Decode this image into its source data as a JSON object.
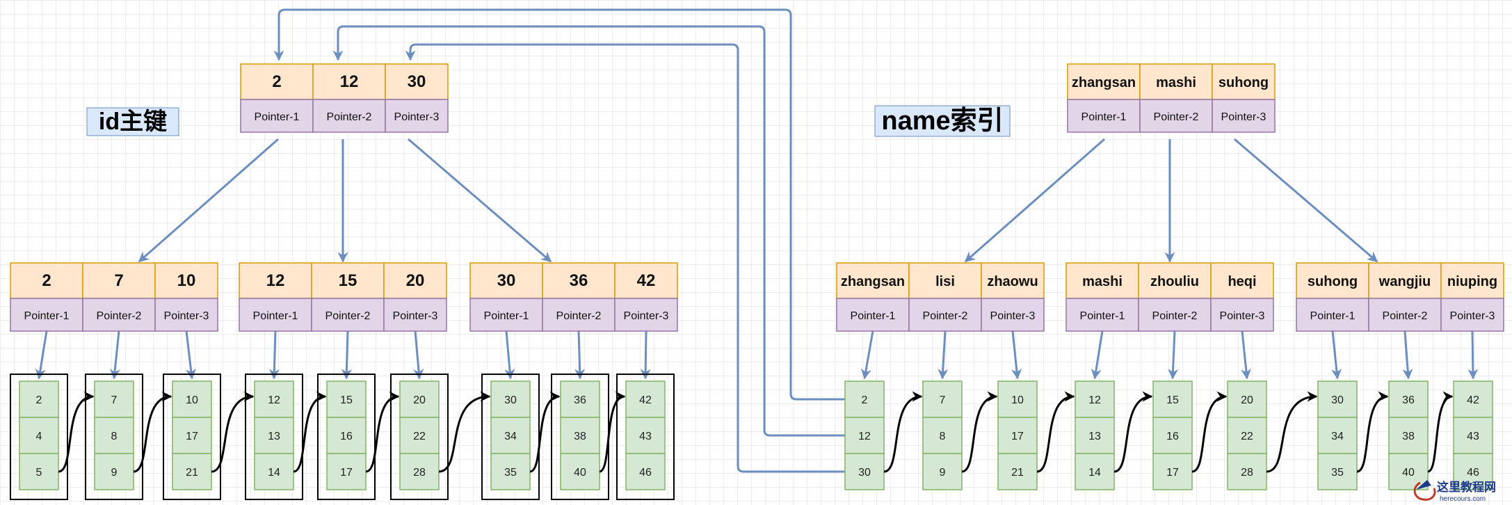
{
  "titles": {
    "id_index": "id主键",
    "name_index": "name索引"
  },
  "colors": {
    "key_fill": "#ffe6cc",
    "key_stroke": "#d79b00",
    "ptr_fill": "#e1d5e7",
    "ptr_stroke": "#9673a6",
    "leaf_fill": "#d5e8d4",
    "leaf_stroke": "#82b366",
    "link": "#6c8ebf",
    "title_fill": "#dae8fc"
  },
  "id_tree": {
    "root": {
      "keys": [
        "2",
        "12",
        "30"
      ],
      "pointers": [
        "Pointer-1",
        "Pointer-2",
        "Pointer-3"
      ]
    },
    "internal": [
      {
        "keys": [
          "2",
          "7",
          "10"
        ],
        "pointers": [
          "Pointer-1",
          "Pointer-2",
          "Pointer-3"
        ]
      },
      {
        "keys": [
          "12",
          "15",
          "20"
        ],
        "pointers": [
          "Pointer-1",
          "Pointer-2",
          "Pointer-3"
        ]
      },
      {
        "keys": [
          "30",
          "36",
          "42"
        ],
        "pointers": [
          "Pointer-1",
          "Pointer-2",
          "Pointer-3"
        ]
      }
    ],
    "leaves": [
      [
        "2",
        "4",
        "5"
      ],
      [
        "7",
        "8",
        "9"
      ],
      [
        "10",
        "17",
        "21"
      ],
      [
        "12",
        "13",
        "14"
      ],
      [
        "15",
        "16",
        "17"
      ],
      [
        "20",
        "22",
        "28"
      ],
      [
        "30",
        "34",
        "35"
      ],
      [
        "36",
        "38",
        "40"
      ],
      [
        "42",
        "43",
        "46"
      ]
    ]
  },
  "name_tree": {
    "root": {
      "keys": [
        "zhangsan",
        "mashi",
        "suhong"
      ],
      "pointers": [
        "Pointer-1",
        "Pointer-2",
        "Pointer-3"
      ]
    },
    "internal": [
      {
        "keys": [
          "zhangsan",
          "lisi",
          "zhaowu"
        ],
        "pointers": [
          "Pointer-1",
          "Pointer-2",
          "Pointer-3"
        ]
      },
      {
        "keys": [
          "mashi",
          "zhouliu",
          "heqi"
        ],
        "pointers": [
          "Pointer-1",
          "Pointer-2",
          "Pointer-3"
        ]
      },
      {
        "keys": [
          "suhong",
          "wangjiu",
          "niuping"
        ],
        "pointers": [
          "Pointer-1",
          "Pointer-2",
          "Pointer-3"
        ]
      }
    ],
    "leaves": [
      [
        "2",
        "12",
        "30"
      ],
      [
        "7",
        "8",
        "9"
      ],
      [
        "10",
        "17",
        "21"
      ],
      [
        "12",
        "13",
        "14"
      ],
      [
        "15",
        "16",
        "17"
      ],
      [
        "20",
        "22",
        "28"
      ],
      [
        "30",
        "34",
        "35"
      ],
      [
        "36",
        "38",
        "40"
      ],
      [
        "42",
        "43",
        "46"
      ]
    ]
  },
  "watermark": {
    "title": "这里教程网",
    "url": "herecours.com"
  }
}
